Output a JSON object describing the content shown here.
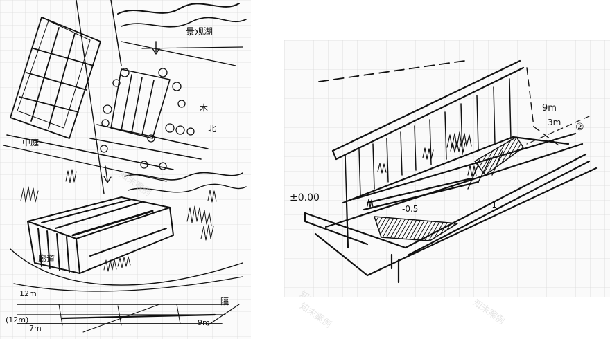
{
  "left_sketch": {
    "labels": {
      "top_right": "景观湖",
      "right_mid_1": "木",
      "right_mid_2": "北",
      "left_mid": "中庭",
      "building": "廊道",
      "elev_1": "12m",
      "elev_2": "(12m)",
      "elev_3": "7m",
      "elev_4": "9m",
      "side_note": "隔"
    }
  },
  "right_sketch": {
    "labels": {
      "level": "±0.00",
      "height_a": "9m",
      "height_b": "3m",
      "mark_a": "②",
      "mark_b": "-0.5",
      "mark_c": "-1"
    }
  },
  "watermark": "知末案例",
  "colors": {
    "ink": "#111111",
    "grid": "#d9d9d9",
    "paper": "#fbfbfb"
  }
}
